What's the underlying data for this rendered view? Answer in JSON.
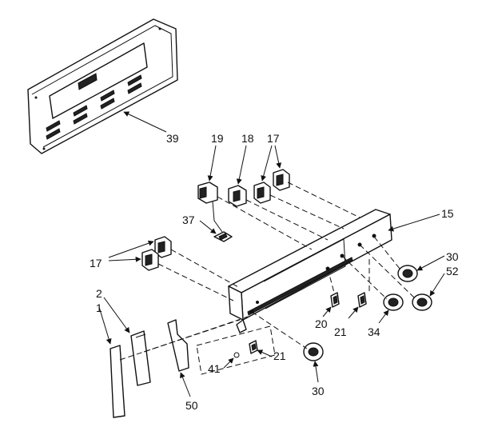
{
  "diagram": {
    "labels": {
      "l1": "1",
      "l2": "2",
      "l15": "15",
      "l17a": "17",
      "l17b": "17",
      "l18": "18",
      "l19": "19",
      "l20": "20",
      "l21a": "21",
      "l21b": "21",
      "l30a": "30",
      "l30b": "30",
      "l34": "34",
      "l37": "37",
      "l39": "39",
      "l41": "41",
      "l50": "50",
      "l52": "52"
    }
  }
}
